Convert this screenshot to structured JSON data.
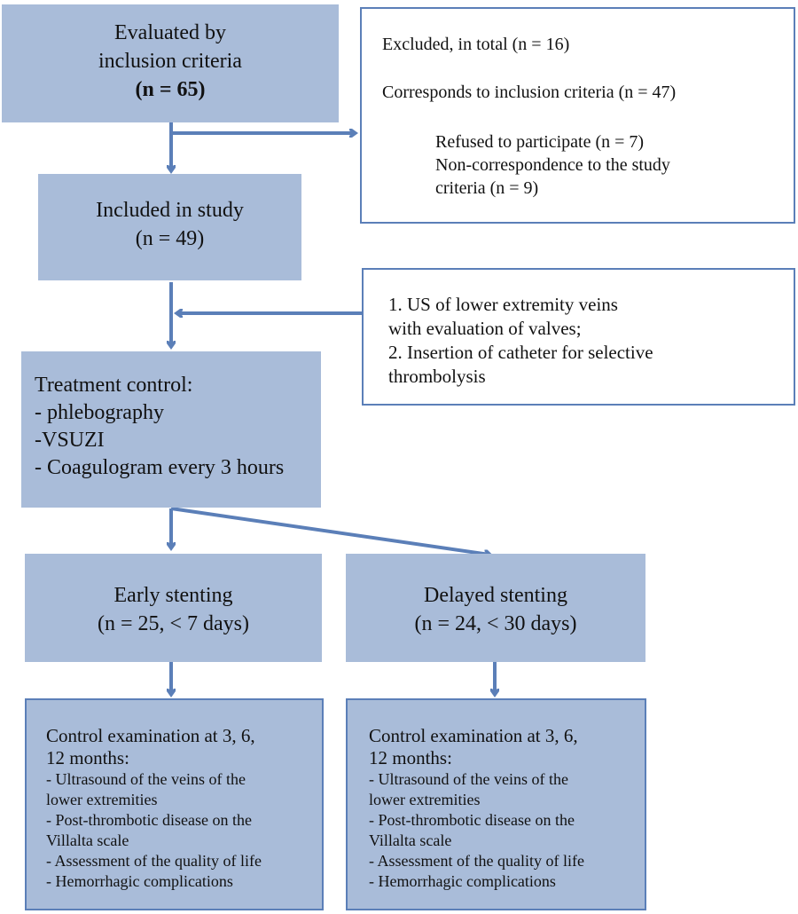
{
  "evaluated": {
    "lines": [
      "Evaluated by",
      "inclusion criteria",
      "(n = 65)"
    ]
  },
  "excluded": {
    "total": "Excluded, in total (n = 16)",
    "corresponds": "Corresponds to inclusion criteria (n = 47)",
    "reasons": [
      "Refused to participate (n = 7)",
      "Non-correspondence to the study",
      "criteria (n = 9)"
    ]
  },
  "included": {
    "lines": [
      "Included in study",
      "(n = 49)"
    ]
  },
  "procedures": {
    "lines": [
      "1. US of lower extremity veins",
      "with evaluation of valves;",
      "2. Insertion of catheter for selective",
      "thrombolysis"
    ]
  },
  "treatment": {
    "lines": [
      "Treatment control:",
      "- phlebography",
      "-VSUZI",
      "- Coagulogram every 3 hours"
    ]
  },
  "early": {
    "lines": [
      "Early stenting",
      "(n = 25, < 7 days)"
    ]
  },
  "delayed": {
    "lines": [
      "Delayed stenting",
      "(n = 24, < 30 days)"
    ]
  },
  "control_left": {
    "head": [
      "Control examination at 3, 6,",
      "12 months:"
    ],
    "items": [
      "- Ultrasound of the veins of the",
      "lower extremities",
      "- Post-thrombotic disease on the",
      "Villalta scale",
      "- Assessment of the quality of life",
      "- Hemorrhagic complications"
    ]
  },
  "control_right": {
    "head": [
      "Control examination at 3, 6,",
      "12 months:"
    ],
    "items": [
      "- Ultrasound of the veins of the",
      "lower extremities",
      "- Post-thrombotic disease on the",
      "Villalta scale",
      "- Assessment of the quality of life",
      "- Hemorrhagic complications"
    ]
  },
  "colors": {
    "box_fill": "#a9bcd9",
    "border": "#5b7fb8",
    "arrow": "#5b7fb8"
  }
}
